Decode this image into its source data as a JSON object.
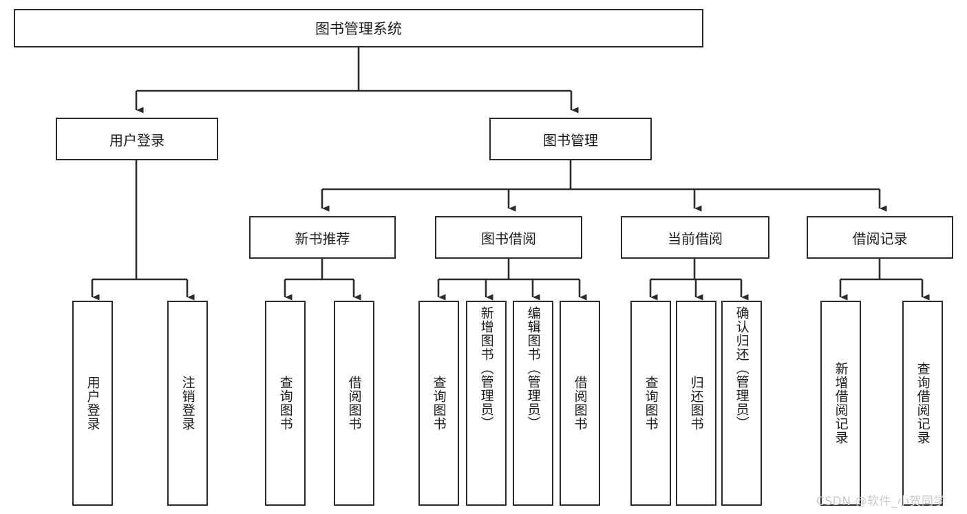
{
  "diagram": {
    "type": "tree-hierarchy",
    "title": "图书管理系统",
    "watermark": "CSDN @软件_小贺同学",
    "colors": {
      "box_border": "#2b2b2b",
      "box_fill": "#ffffff",
      "edge": "#2b2b2b",
      "watermark": "#c9c9c9"
    },
    "root": {
      "id": "root",
      "label": "图书管理系统"
    },
    "level1": [
      {
        "id": "user-login",
        "label": "用户登录"
      },
      {
        "id": "book-manage",
        "label": "图书管理"
      }
    ],
    "level2": [
      {
        "id": "new-book-rec",
        "label": "新书推荐",
        "parent": "book-manage"
      },
      {
        "id": "book-borrow",
        "label": "图书借阅",
        "parent": "book-manage"
      },
      {
        "id": "current-borrow",
        "label": "当前借阅",
        "parent": "book-manage"
      },
      {
        "id": "borrow-record",
        "label": "借阅记录",
        "parent": "book-manage"
      }
    ],
    "leaves": [
      {
        "id": "leaf-user-login",
        "label": "用户登录",
        "parent": "user-login"
      },
      {
        "id": "leaf-logout",
        "label": "注销登录",
        "parent": "user-login"
      },
      {
        "id": "leaf-query-book-1",
        "label": "查询图书",
        "parent": "new-book-rec"
      },
      {
        "id": "leaf-borrow-book-1",
        "label": "借阅图书",
        "parent": "new-book-rec"
      },
      {
        "id": "leaf-query-book-2",
        "label": "查询图书",
        "parent": "book-borrow"
      },
      {
        "id": "leaf-add-book",
        "label": "新增图书（管理员）",
        "parent": "book-borrow"
      },
      {
        "id": "leaf-edit-book",
        "label": "编辑图书（管理员）",
        "parent": "book-borrow"
      },
      {
        "id": "leaf-borrow-book-2",
        "label": "借阅图书",
        "parent": "book-borrow"
      },
      {
        "id": "leaf-query-book-3",
        "label": "查询图书",
        "parent": "current-borrow"
      },
      {
        "id": "leaf-return-book",
        "label": "归还图书",
        "parent": "current-borrow"
      },
      {
        "id": "leaf-confirm-return",
        "label": "确认归还（管理员）",
        "parent": "current-borrow"
      },
      {
        "id": "leaf-add-record",
        "label": "新增借阅记录",
        "parent": "borrow-record"
      },
      {
        "id": "leaf-query-record",
        "label": "查询借阅记录",
        "parent": "borrow-record"
      }
    ]
  }
}
